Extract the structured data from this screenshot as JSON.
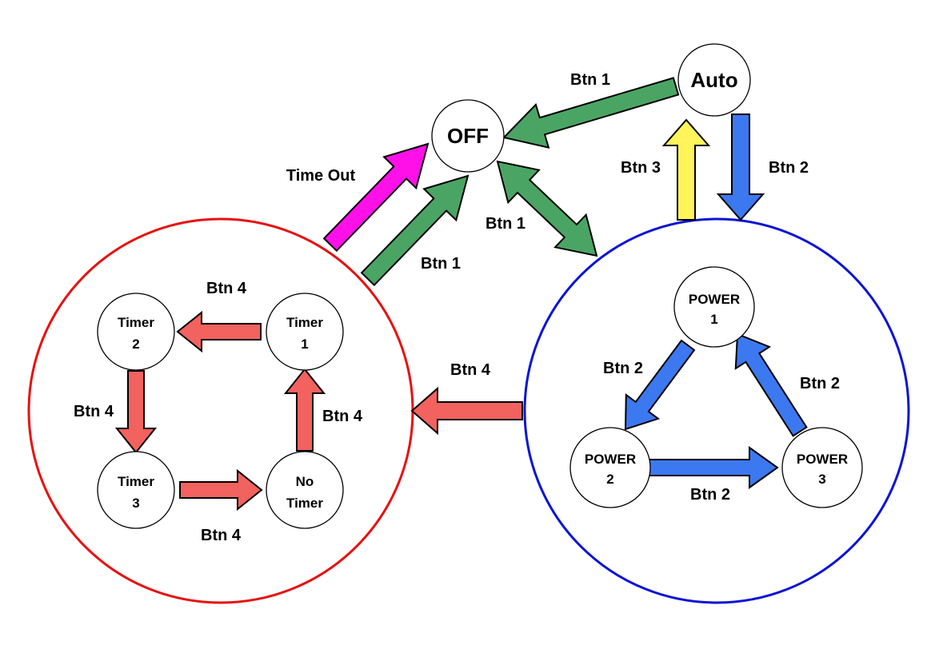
{
  "colors": {
    "red_group": "#e81010",
    "blue_group": "#0a13d6",
    "green_arrow": "#4aa564",
    "blue_arrow": "#3c78f0",
    "red_arrow": "#f2625e",
    "yellow_arrow": "#fff45a",
    "magenta_arrow": "#ff10e8"
  },
  "nodes": {
    "off": "OFF",
    "auto": "Auto",
    "timer1": [
      "Timer",
      "1"
    ],
    "timer2": [
      "Timer",
      "2"
    ],
    "timer3": [
      "Timer",
      "3"
    ],
    "no_timer": [
      "No",
      "Timer"
    ],
    "power1": [
      "POWER",
      "1"
    ],
    "power2": [
      "POWER",
      "2"
    ],
    "power3": [
      "POWER",
      "3"
    ]
  },
  "labels": {
    "auto_to_off": "Btn 1",
    "off_to_auto": "Btn 3",
    "auto_to_power": "Btn 2",
    "timeout": "Time Out",
    "timer_to_off": "Btn 1",
    "off_power": "Btn 1",
    "power_to_timer": "Btn 4",
    "timer1_to_timer2": "Btn 4",
    "timer2_to_timer3": "Btn 4",
    "timer3_to_notimer": "Btn 4",
    "notimer_to_timer1": "Btn 4",
    "power1_to_power2": "Btn 2",
    "power2_to_power3": "Btn 2",
    "power3_to_power1": "Btn 2"
  }
}
